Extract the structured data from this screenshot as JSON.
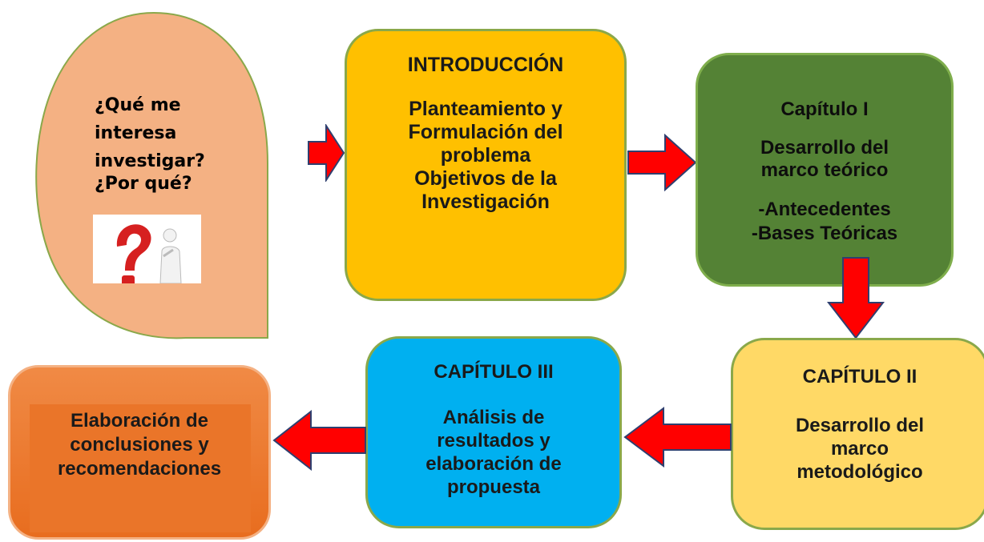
{
  "bubble": {
    "lines": [
      "¿Qué me",
      "interesa",
      "investigar?"
    ],
    "question2": "¿Por qué?",
    "image_icon": "question-mark-person-icon"
  },
  "intro": {
    "title": "INTRODUCCIÓN",
    "body": [
      "Planteamiento y",
      "Formulación del",
      "problema",
      "Objetivos de la",
      "Investigación"
    ]
  },
  "cap1": {
    "title": "Capítulo I",
    "subtitle": [
      "Desarrollo del",
      "marco teórico"
    ],
    "items": [
      "-Antecedentes",
      "-Bases Teóricas"
    ]
  },
  "cap2": {
    "title": "CAPÍTULO II",
    "body": [
      "Desarrollo del",
      "marco",
      "metodológico"
    ]
  },
  "cap3": {
    "title": "CAPÍTULO III",
    "body": [
      "Análisis de",
      "resultados y",
      "elaboración de",
      "propuesta"
    ]
  },
  "conclusions": {
    "body": [
      "Elaboración de",
      "conclusiones y",
      "recomendaciones"
    ]
  },
  "colors": {
    "bubble": "#f4b183",
    "intro": "#ffc000",
    "cap1": "#548235",
    "cap2": "#ffd966",
    "cap3": "#00b0f0",
    "conclusions": "#ed7d31",
    "arrow": "#ff0000"
  }
}
